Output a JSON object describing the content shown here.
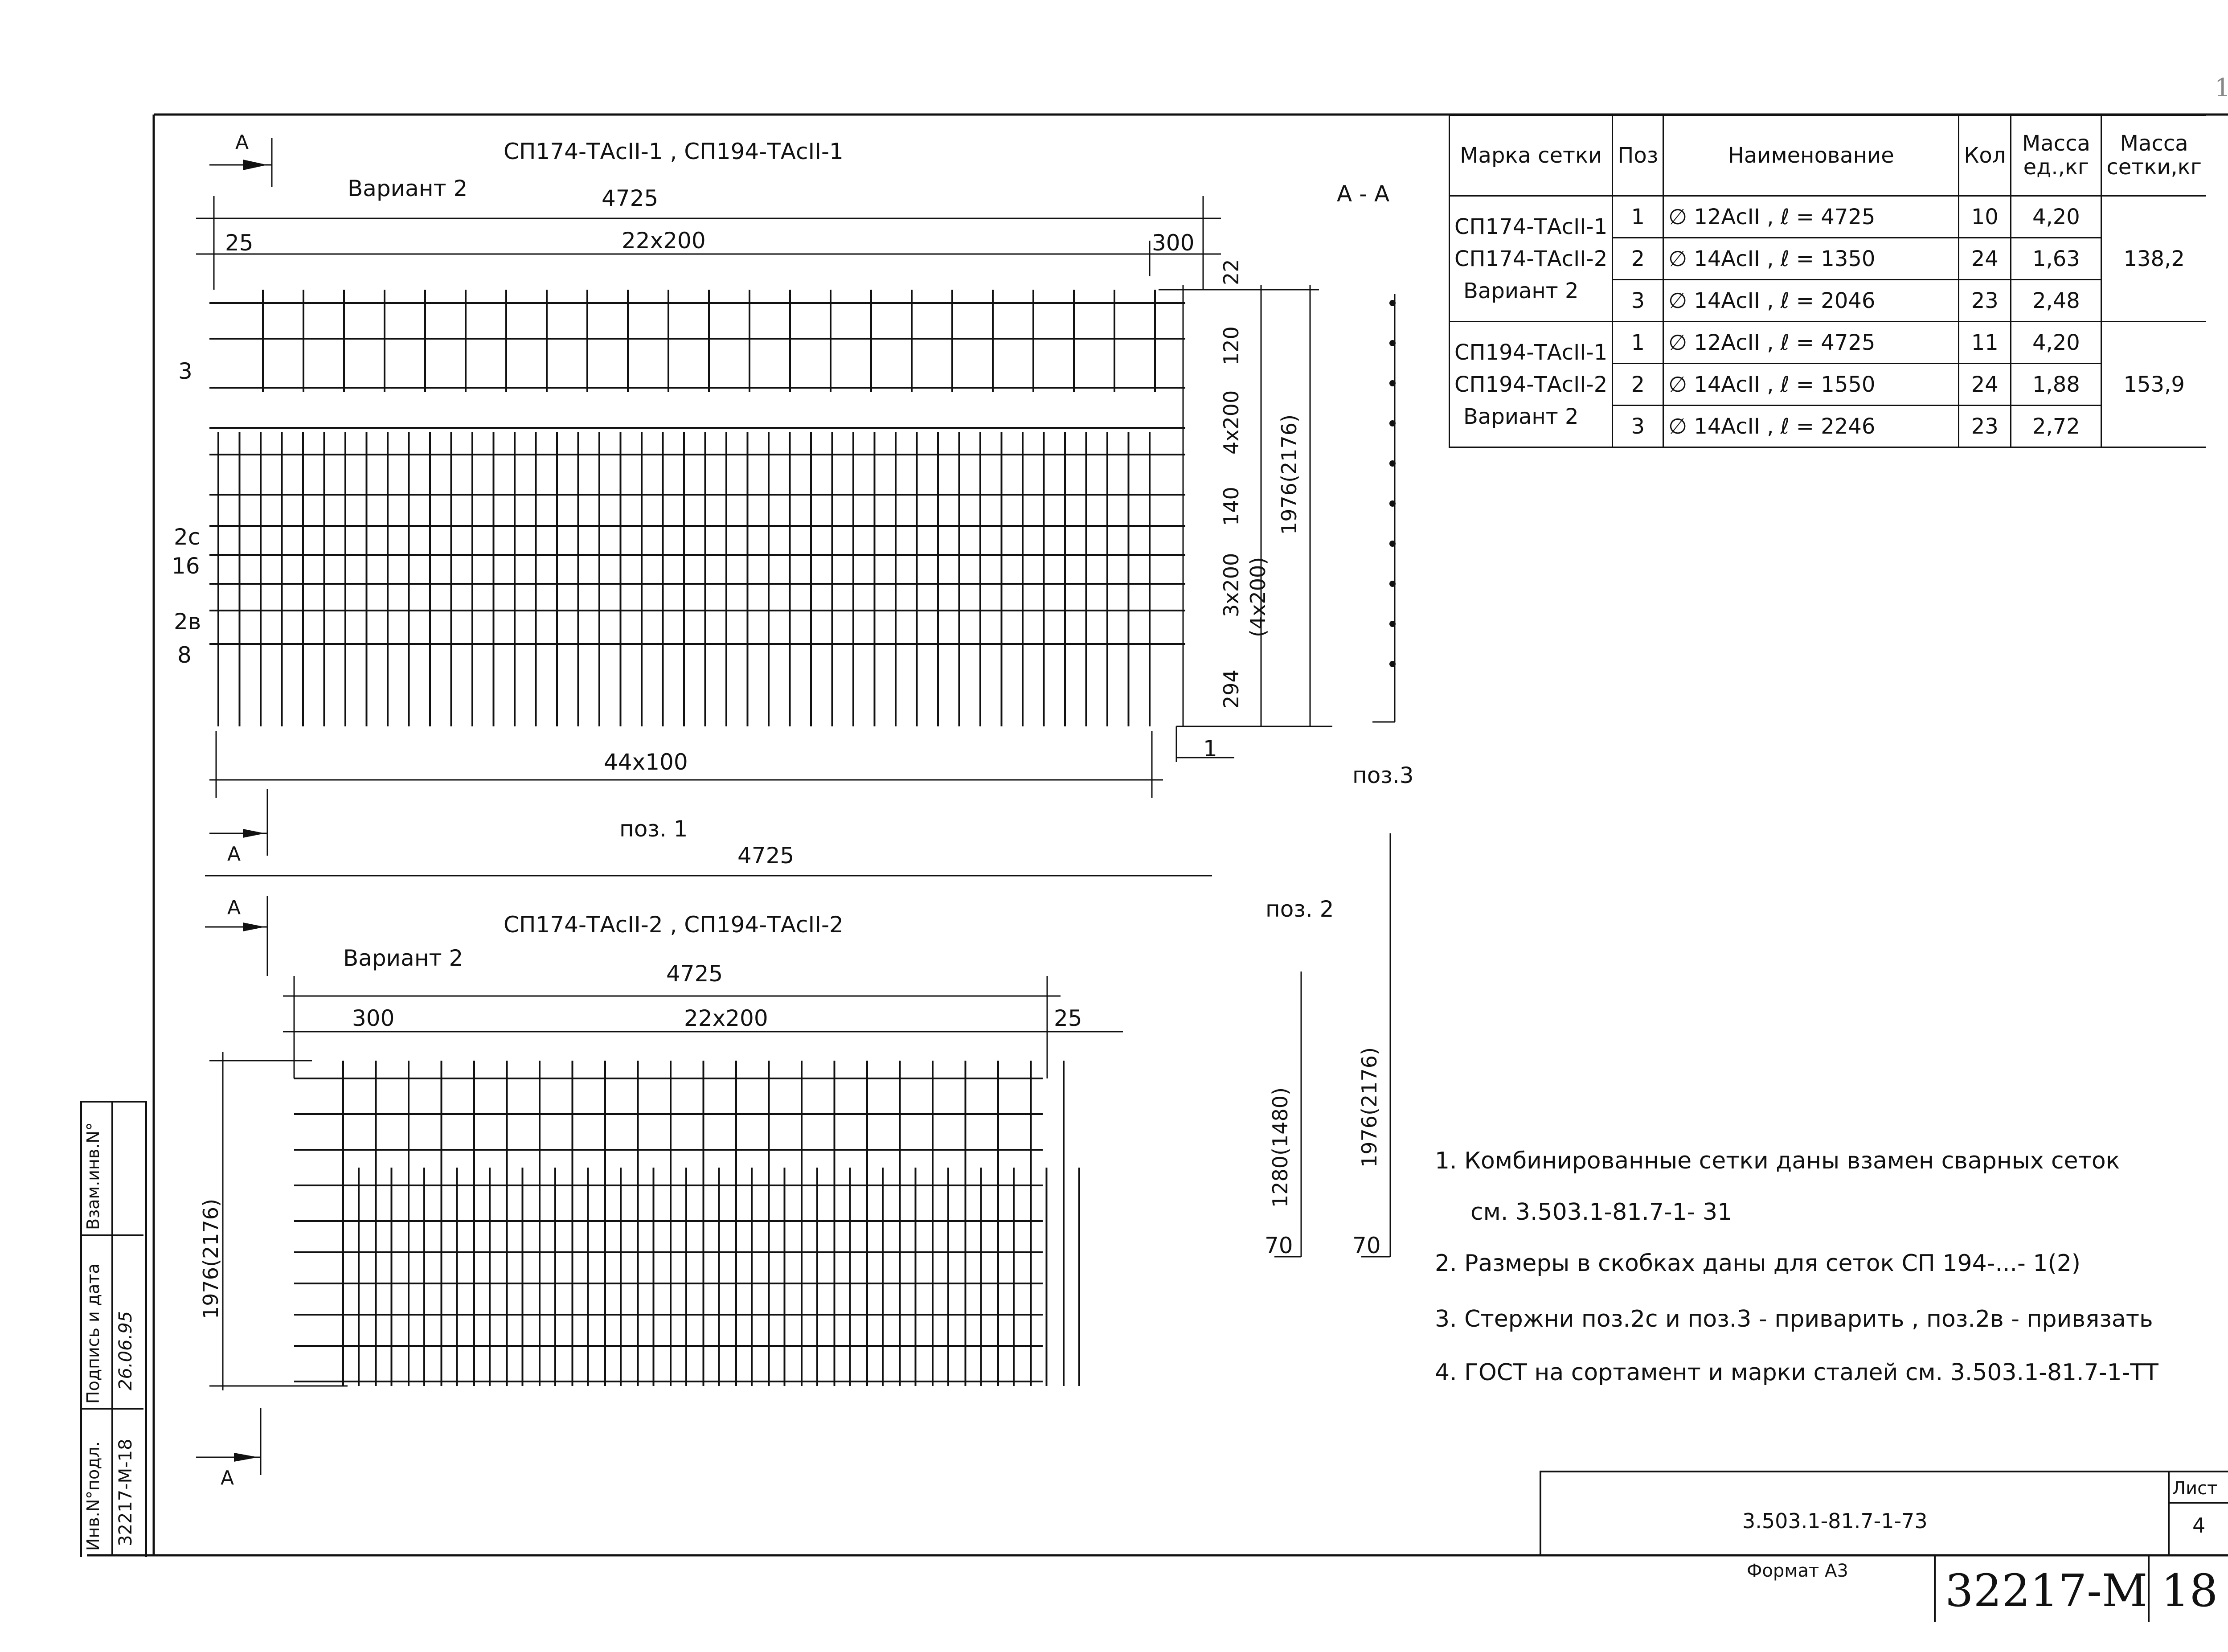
{
  "page": {
    "corner_number": "18",
    "view_label": "A - A",
    "section_marker": "A"
  },
  "mesh1": {
    "title": "СП174-ТАсII-1 , СП194-ТАсII-1",
    "variant": "Вариант 2",
    "dim_total": "4725",
    "dim_left": "25",
    "dim_mid": "22x200",
    "dim_right": "300",
    "dim_bottom": "44x100",
    "dim_right_col": [
      "22",
      "120",
      "4x200",
      "140",
      "3x200",
      "(4x200)",
      "294"
    ],
    "dim_height": "1976(2176)",
    "dim_one": "1",
    "pos_labels": [
      "3",
      "2с",
      "16",
      "2в",
      "8"
    ],
    "pos1_label": "поз. 1",
    "pos1_length": "4725",
    "pos3_label": "поз.3"
  },
  "mesh2": {
    "title": "СП174-ТАсII-2 , СП194-ТАсII-2",
    "variant": "Вариант 2",
    "dim_total": "4725",
    "dim_left": "300",
    "dim_mid": "22x200",
    "dim_right": "25",
    "dim_height": "1976(2176)",
    "pos2_label": "поз. 2",
    "bar_a_length": "1280(1480)",
    "bar_a_end": "70",
    "bar_b_length": "1976(2176)",
    "bar_b_end": "70"
  },
  "table": {
    "headers": [
      "Марка сетки",
      "Поз",
      "Наименование",
      "Кол",
      "Масса ед.,кг",
      "Масса сетки,кг"
    ],
    "groups": [
      {
        "marks": [
          "СП174-ТАсII-1",
          "СП174-ТАсII-2",
          "Вариант 2"
        ],
        "total": "138,2",
        "rows": [
          {
            "pos": "1",
            "name": "∅ 12АсII , ℓ = 4725",
            "qty": "10",
            "mass": "4,20"
          },
          {
            "pos": "2",
            "name": "∅ 14АсII , ℓ = 1350",
            "qty": "24",
            "mass": "1,63"
          },
          {
            "pos": "3",
            "name": "∅ 14АсII , ℓ = 2046",
            "qty": "23",
            "mass": "2,48"
          }
        ]
      },
      {
        "marks": [
          "СП194-ТАсII-1",
          "СП194-ТАсII-2",
          "Вариант 2"
        ],
        "total": "153,9",
        "rows": [
          {
            "pos": "1",
            "name": "∅ 12АсII , ℓ = 4725",
            "qty": "11",
            "mass": "4,20"
          },
          {
            "pos": "2",
            "name": "∅ 14АсII , ℓ = 1550",
            "qty": "24",
            "mass": "1,88"
          },
          {
            "pos": "3",
            "name": "∅ 14АсII , ℓ = 2246",
            "qty": "23",
            "mass": "2,72"
          }
        ]
      }
    ]
  },
  "notes": [
    "1.  Комбинированные сетки даны взамен сварных сеток",
    "см.  3.503.1-81.7-1- 31",
    "2.  Размеры  в  скобках  даны  для  сеток  СП 194-...- 1(2)",
    "3.  Стержни  поз.2с  и поз.3  -  приварить  ,  поз.2в  -  привязать",
    "4.  ГОСТ  на  сортамент  и  марки  сталей  см.  3.503.1-81.7-1-ТТ"
  ],
  "title_block": {
    "doc_code": "3.503.1-81.7-1-73",
    "sheet_label": "Лист",
    "sheet_number": "4",
    "format": "Формат А3",
    "archive_number": "32217-М",
    "page_number": "18"
  },
  "side_stamp": {
    "col1": "Инв.N°подл.",
    "col1_value": "32217-М-18",
    "col2": "Подпись и дата",
    "col2_value": "26.06.95",
    "col3": "Взам.инв.N°"
  }
}
